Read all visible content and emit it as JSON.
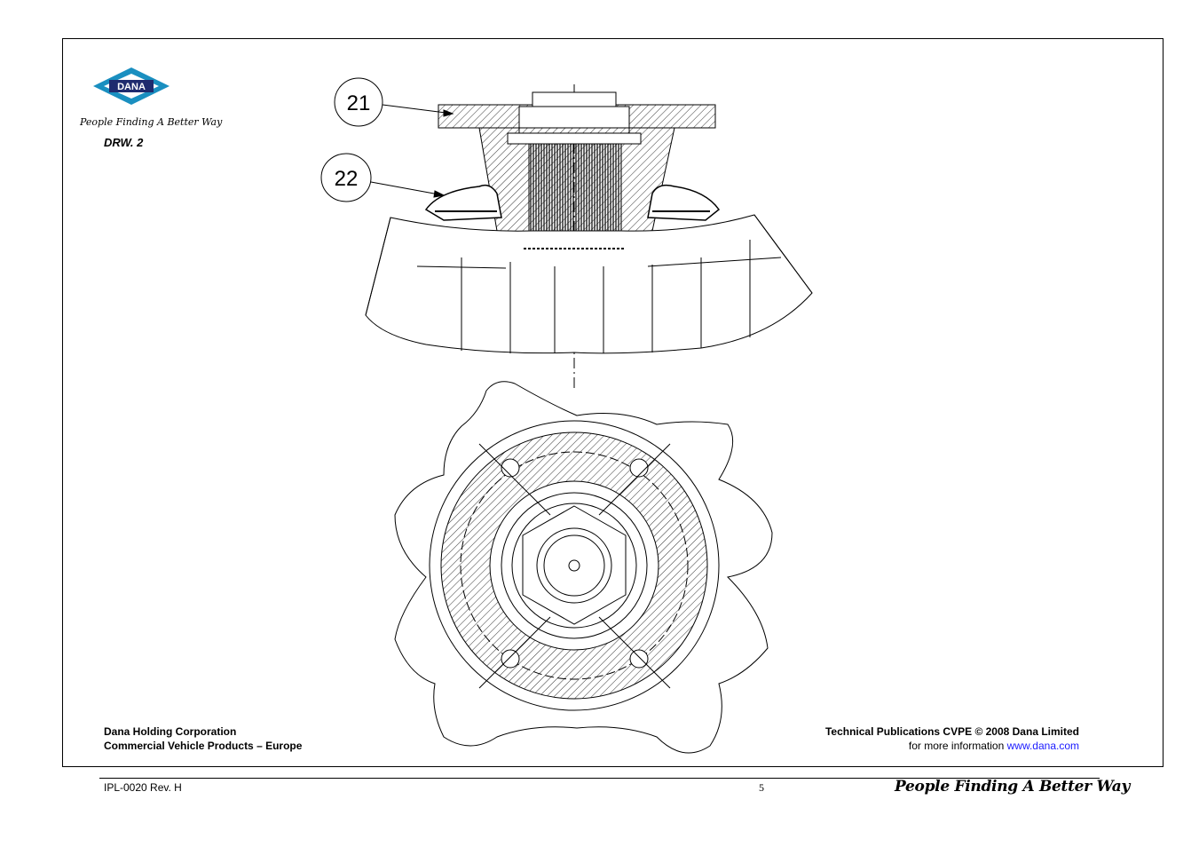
{
  "logo": {
    "text": "DANA",
    "color": "#1a8fc0"
  },
  "tagline_small": "People Finding A Better Way",
  "drawing_label": "DRW. 2",
  "callouts": [
    "21",
    "22"
  ],
  "footer_left": {
    "line1": "Dana Holding Corporation",
    "line2": "Commercial Vehicle Products – Europe"
  },
  "footer_right": {
    "line1": "Technical Publications CVPE © 2008 Dana Limited",
    "line2_prefix": "for more information ",
    "link": "www.dana.com"
  },
  "doc_id": "IPL-0020 Rev. H",
  "page_number": "5",
  "tagline_big": "People Finding A Better Way"
}
